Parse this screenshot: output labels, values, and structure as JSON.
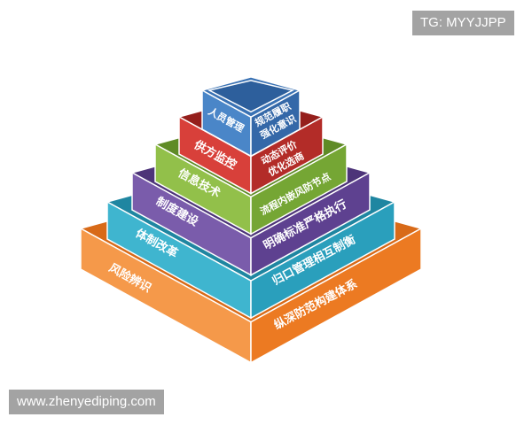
{
  "watermarks": {
    "top_right": "TG: MYYJJPP",
    "bottom_left": "www.zhenyediping.com"
  },
  "pyramid": {
    "tiers": [
      {
        "left": "风险辨识",
        "right": [
          "纵深防范构建体系"
        ],
        "colors": {
          "left": "#f5994a",
          "right": "#ec7a22",
          "top": "#d86a18"
        }
      },
      {
        "left": "体制改革",
        "right": [
          "归口管理相互制衡"
        ],
        "colors": {
          "left": "#3fb5cf",
          "right": "#2a9fbc",
          "top": "#1f86a1"
        }
      },
      {
        "left": "制度建设",
        "right": [
          "明确标准严格执行"
        ],
        "colors": {
          "left": "#7a5cab",
          "right": "#5e4190",
          "top": "#4d3479"
        }
      },
      {
        "left": "信息技术",
        "right": [
          "流程内嵌风防节点"
        ],
        "colors": {
          "left": "#92c04a",
          "right": "#75a634",
          "top": "#5f8b26"
        }
      },
      {
        "left": "供方监控",
        "right": [
          "动态评价",
          "优化选商"
        ],
        "colors": {
          "left": "#d8403a",
          "right": "#b32c28",
          "top": "#951f1c"
        }
      },
      {
        "left": "人员管理",
        "right": [
          "规范履职",
          "强化意识"
        ],
        "colors": {
          "left": "#4a86c8",
          "right": "#3468a8",
          "top": "#3a72b4"
        }
      }
    ]
  }
}
